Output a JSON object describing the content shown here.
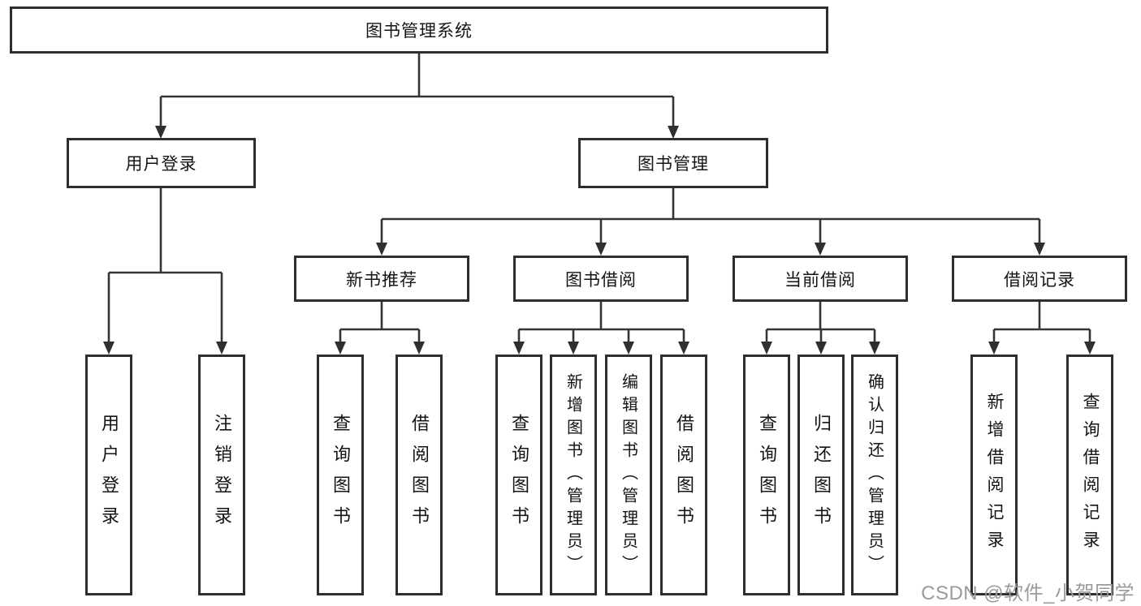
{
  "diagram": {
    "title": "图书管理系统",
    "root": {
      "label": "图书管理系统"
    },
    "level2": [
      {
        "label": "用户登录"
      },
      {
        "label": "图书管理"
      }
    ],
    "level3": [
      {
        "label": "新书推荐",
        "parent": "图书管理"
      },
      {
        "label": "图书借阅",
        "parent": "图书管理"
      },
      {
        "label": "当前借阅",
        "parent": "图书管理"
      },
      {
        "label": "借阅记录",
        "parent": "图书管理"
      }
    ],
    "leaves": [
      {
        "label": "用户登录",
        "parent": "用户登录"
      },
      {
        "label": "注销登录",
        "parent": "用户登录"
      },
      {
        "label": "查询图书",
        "parent": "新书推荐"
      },
      {
        "label": "借阅图书",
        "parent": "新书推荐"
      },
      {
        "label": "查询图书",
        "parent": "图书借阅"
      },
      {
        "label": "新增图书（管理员）",
        "parent": "图书借阅"
      },
      {
        "label": "编辑图书（管理员）",
        "parent": "图书借阅"
      },
      {
        "label": "借阅图书",
        "parent": "图书借阅"
      },
      {
        "label": "查询图书",
        "parent": "当前借阅"
      },
      {
        "label": "归还图书",
        "parent": "当前借阅"
      },
      {
        "label": "确认归还（管理员）",
        "parent": "当前借阅"
      },
      {
        "label": "新增借阅记录",
        "parent": "借阅记录"
      },
      {
        "label": "查询借阅记录",
        "parent": "借阅记录"
      }
    ]
  },
  "watermark": {
    "text": "CSDN @软件_小贺同学"
  },
  "colors": {
    "background": "#ffffff",
    "box_border": "#2e2e2e",
    "connector_line": "#343434",
    "text": "#141414",
    "watermark_text": "#9a9a9a"
  }
}
